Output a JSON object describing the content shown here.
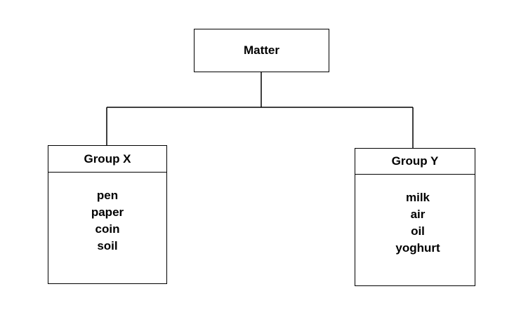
{
  "diagram": {
    "root": {
      "label": "Matter"
    },
    "groups": [
      {
        "title": "Group X",
        "items": [
          "pen",
          "paper",
          "coin",
          "soil"
        ]
      },
      {
        "title": "Group Y",
        "items": [
          "milk",
          "air",
          "oil",
          "yoghurt"
        ]
      }
    ]
  }
}
